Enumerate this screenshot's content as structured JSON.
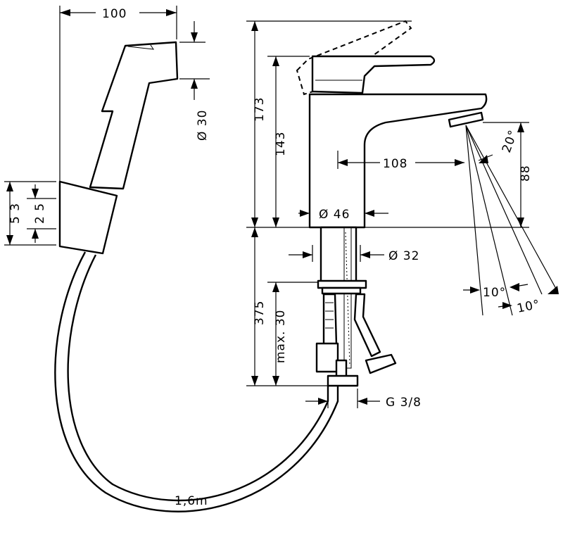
{
  "diagram": {
    "dimensions": {
      "spray_width": "100",
      "spray_diameter": "Ø 30",
      "holder_height_outer": "5 3",
      "holder_height_inner": "2 5",
      "total_height": "173",
      "spout_height": "143",
      "spout_reach": "108",
      "spout_outlet_height": "88",
      "spray_angle": "20°",
      "body_diameter": "Ø 46",
      "shank_diameter": "Ø 32",
      "shank_length": "375",
      "max_counter_thickness": "max. 30",
      "connection_thread": "G 3/8",
      "spray_angle_left": "10°",
      "spray_angle_right": "10°",
      "hose_length": "1,6m"
    }
  }
}
